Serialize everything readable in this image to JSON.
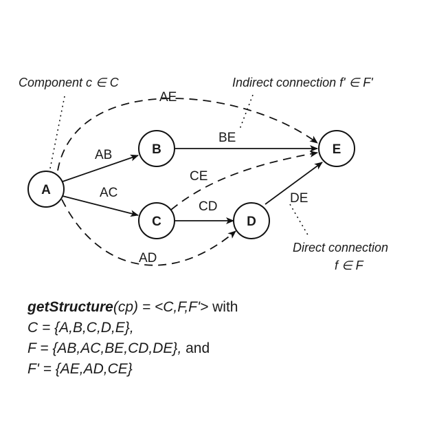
{
  "nodes": [
    "A",
    "B",
    "C",
    "D",
    "E"
  ],
  "edges": {
    "direct": [
      "AB",
      "AC",
      "BE",
      "CD",
      "DE"
    ],
    "indirect": [
      "AE",
      "AD",
      "CE"
    ]
  },
  "callouts": {
    "component": "Component c ∈ C",
    "indirect": "Indirect connection f' ∈ F'",
    "direct_line1": "Direct connection",
    "direct_line2": "f ∈ F"
  },
  "formula": {
    "fn_name": "getStructure",
    "fn_args": "(cp) = <C,F,F'>",
    "with": " with",
    "c_set": "C = {A,B,C,D,E},",
    "f_set": "F = {AB,AC,BE,CD,DE},",
    "and": " and",
    "fp_set": "F' = {AE,AD,CE}"
  }
}
